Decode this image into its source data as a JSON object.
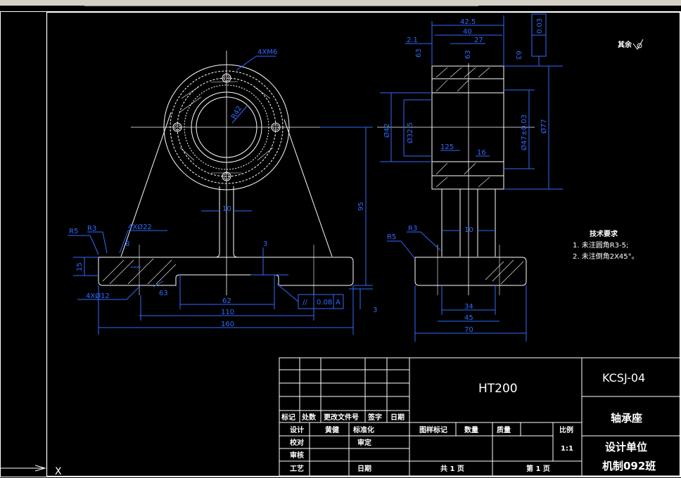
{
  "dimensions": {
    "d_42_5": "42.5",
    "d_40": "40",
    "d_27": "27",
    "d_2_1": "2.1",
    "d_63_a": "63",
    "d_63_b": "63",
    "d_63_c": "63",
    "d_0_03_box": "0.03",
    "d_4xm6": "4XM6",
    "d_r42": "R42",
    "d_phi42": "Ø42",
    "d_phi32_5": "Ø32.5",
    "d_125": "125",
    "d_16": "16",
    "d_phi47": "Ø47±0.03",
    "d_phi77": "Ø77",
    "d_95": "95",
    "d_10_front": "10",
    "d_10_side": "10",
    "d_r5_front": "R5",
    "d_r3_front": "R3",
    "d_4xphi22": "4XØ22",
    "d_8": "8",
    "d_15": "15",
    "d_4xphi12": "4XØ12",
    "d_63_bottom": "63",
    "d_3_top": "3",
    "d_3_bottom": "3",
    "d_62": "62",
    "d_110": "110",
    "d_160": "160",
    "d_parallel": "0.08",
    "d_datum": "A",
    "d_r3_side": "R3",
    "d_r5_side": "R5",
    "d_34": "34",
    "d_45": "45",
    "d_70": "70"
  },
  "notes": {
    "rest_label": "其余",
    "tech_title": "技术要求",
    "tech_line1": "1. 未注圆角R3-5;",
    "tech_line2": "2. 未注倒角2X45°。"
  },
  "title_block": {
    "material": "HT200",
    "drawing_no": "KCSJ-04",
    "part_name": "轴承座",
    "unit_line1": "设计单位",
    "unit_line2": "机制092班",
    "h_biaoji": "标记",
    "h_chushu": "处数",
    "h_genggai": "更改文件号",
    "h_qianzi": "签字",
    "h_riqi": "日期",
    "r_sheji": "设计",
    "r_sheji_name": "黄健",
    "r_biaozhunhua": "标准化",
    "r_jiaodui": "校对",
    "r_shending": "审定",
    "r_shenhe": "审核",
    "r_gongyi": "工艺",
    "r_riqi": "日期",
    "h_tuyang": "图样标记",
    "h_shuliang": "数量",
    "h_zhiliang": "质量",
    "h_bili": "比例",
    "scale": "1:1",
    "total_sheets": "共 1 页",
    "sheet_no": "第 1 页"
  },
  "ucs": {
    "x_label": "X"
  }
}
